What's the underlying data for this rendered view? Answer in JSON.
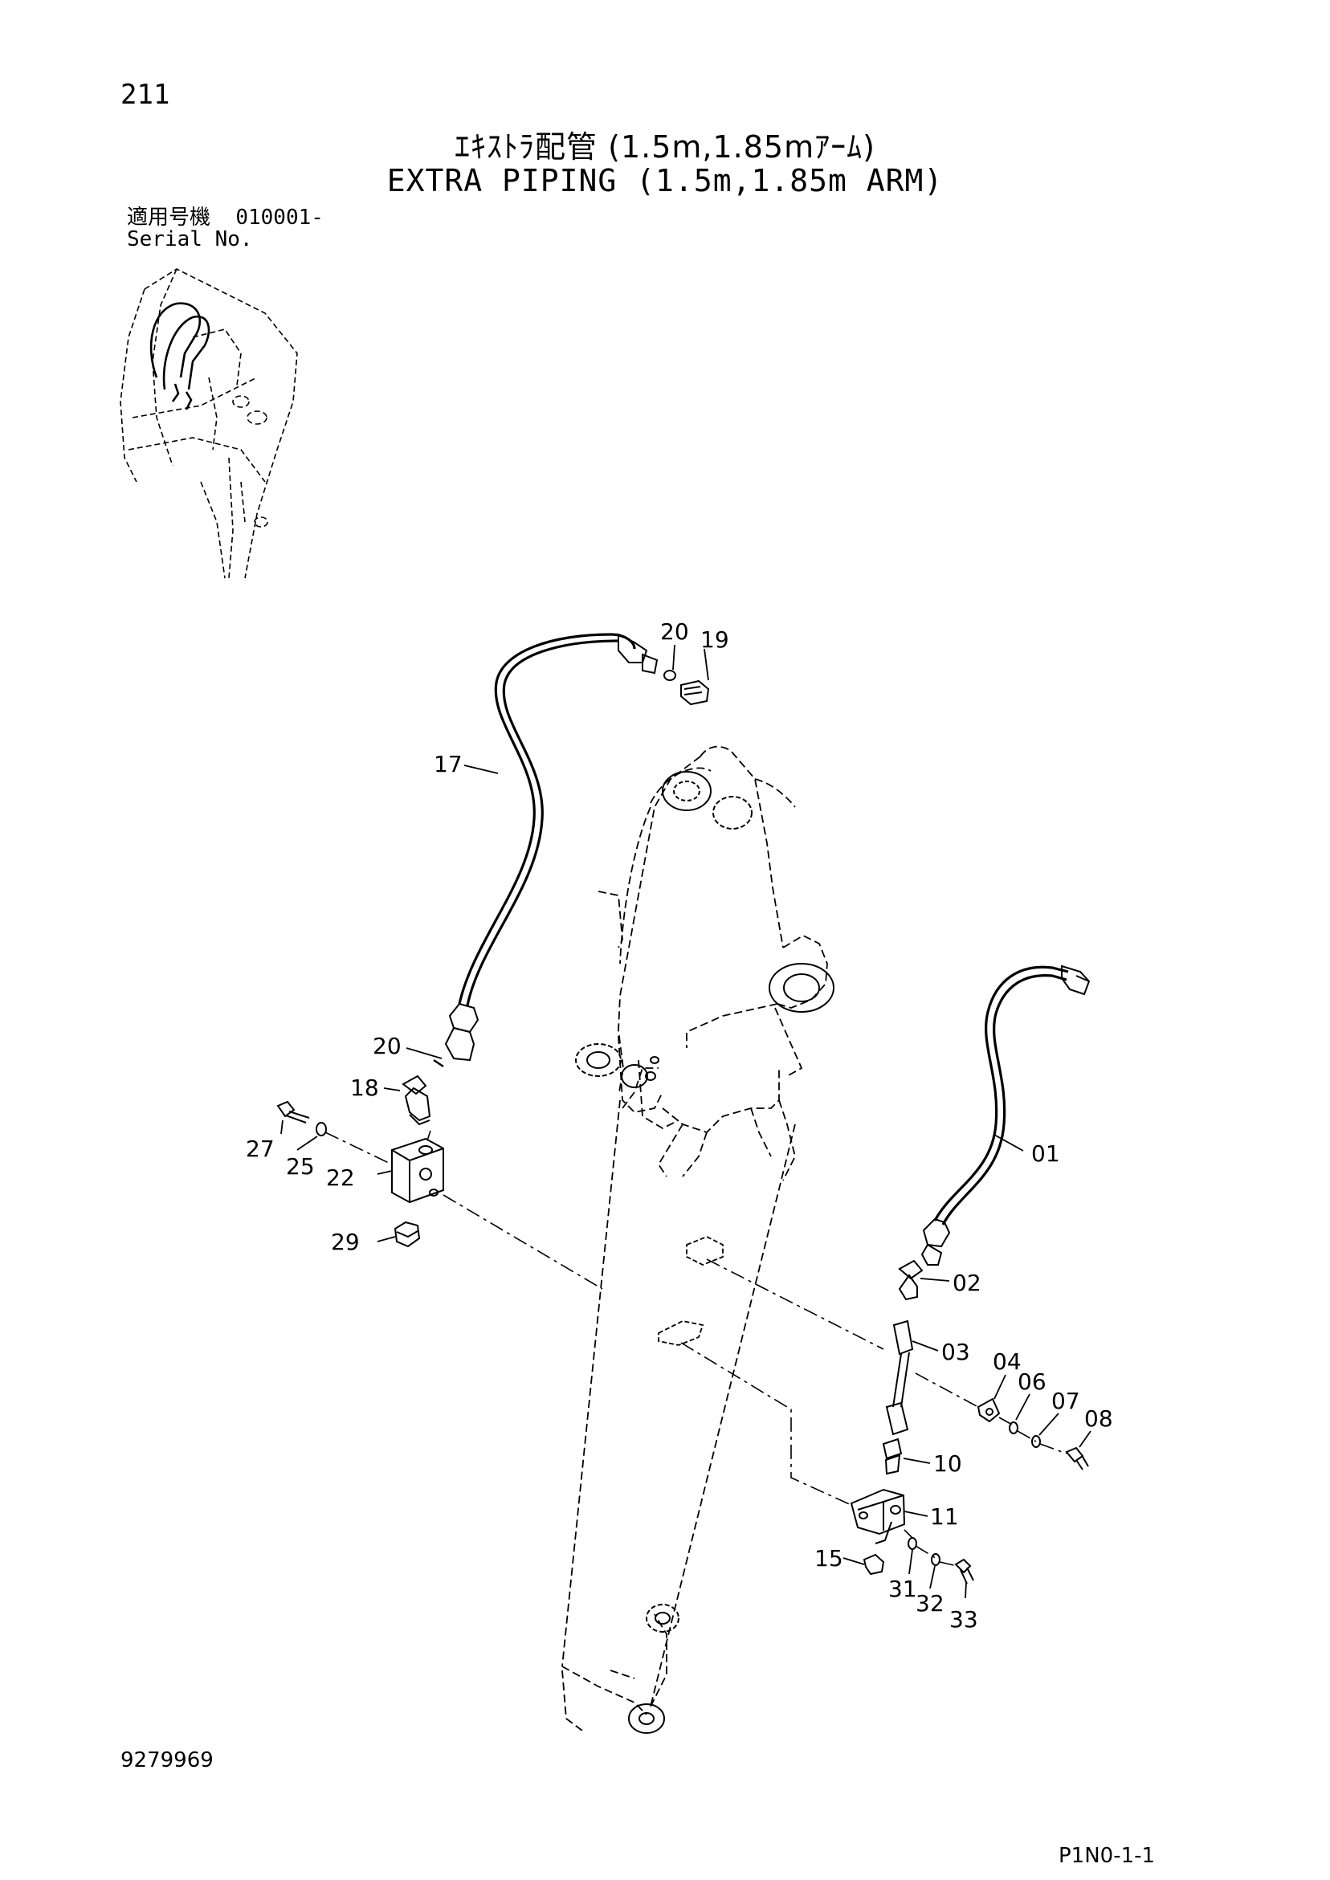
{
  "page_number": "211",
  "title_jp": "ｴｷｽﾄﾗ配管 (1.5m,1.85mｱｰﾑ)",
  "title_en": "EXTRA PIPING (1.5m,1.85m ARM)",
  "serial": {
    "label_jp": "適用号機",
    "value": "010001-",
    "label_en": "Serial No."
  },
  "doc_number": "9279969",
  "page_code": "P1N0-1-1",
  "callouts": {
    "c01": "01",
    "c02": "02",
    "c03": "03",
    "c04": "04",
    "c06": "06",
    "c07": "07",
    "c08": "08",
    "c10": "10",
    "c11": "11",
    "c15": "15",
    "c17": "17",
    "c18": "18",
    "c19": "19",
    "c20a": "20",
    "c20b": "20",
    "c22": "22",
    "c25": "25",
    "c27": "27",
    "c29": "29",
    "c31": "31",
    "c32": "32",
    "c33": "33"
  }
}
